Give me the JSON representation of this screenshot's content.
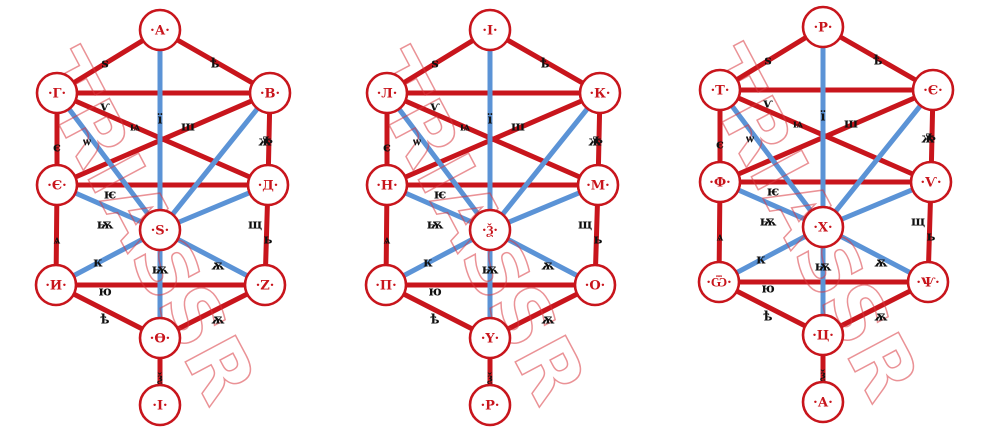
{
  "watermark_text": "TRIASSR",
  "colors": {
    "red": "#c8151c",
    "blue": "#5b93d6",
    "text": "#111111"
  },
  "diagrams": [
    {
      "nodes": [
        "·А·",
        "·В·",
        "·Г·",
        "·Д·",
        "·Є·",
        "·Ѕ·",
        "·Z·",
        "·И·",
        "·Ѳ·",
        "·І·"
      ],
      "edge_labels": [
        "ѕ",
        "ѣ",
        "ѵ",
        "ѩ",
        "ї",
        "ш",
        "ъ",
        "ѡ",
        "є",
        "ж",
        "ѥ",
        "ѭ",
        "щ",
        "ѧ",
        "ь",
        "к",
        "ѭ",
        "ѫ",
        "ю",
        "ѣ",
        "ѫ",
        "ѯ"
      ]
    },
    {
      "nodes": [
        "·І·",
        "·К·",
        "·Л·",
        "·М·",
        "·Н·",
        "·Ѯ·",
        "·О·",
        "·П·",
        "·Ү·",
        "·Р·"
      ],
      "edge_labels": [
        "ѕ",
        "ѣ",
        "ѵ",
        "ѩ",
        "ї",
        "ш",
        "ъ",
        "ѡ",
        "є",
        "ж",
        "ѥ",
        "ѭ",
        "щ",
        "ѧ",
        "ь",
        "к",
        "ѭ",
        "ѫ",
        "ю",
        "ѣ",
        "ѫ",
        "ѯ"
      ]
    },
    {
      "nodes": [
        "·Р·",
        "·Є·",
        "·Т·",
        "·Ѵ·",
        "·Ф·",
        "·Х·",
        "·Ѱ·",
        "·Ѿ·",
        "·Ц·",
        "·А·"
      ],
      "edge_labels": [
        "ѕ",
        "ѣ",
        "ѵ",
        "ѩ",
        "ї",
        "ш",
        "ъ",
        "ѡ",
        "є",
        "ж",
        "ѥ",
        "ѭ",
        "щ",
        "ѧ",
        "ь",
        "к",
        "ѭ",
        "ѫ",
        "ю",
        "ѣ",
        "ѫ",
        "ѯ"
      ]
    }
  ]
}
